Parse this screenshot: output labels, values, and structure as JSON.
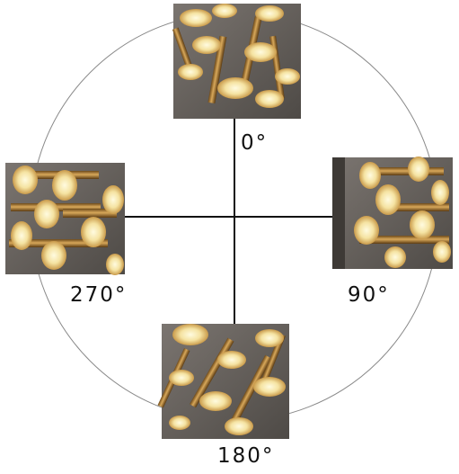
{
  "diagram": {
    "labels": {
      "top": "0°",
      "right": "90°",
      "bottom": "180°",
      "left": "270°"
    },
    "colors": {
      "circle": "#8a8a8a",
      "axes": "#111111",
      "photo_background": "#6f6a66",
      "rod_color": "#b58a3a",
      "disc_color": "#f3e6b0",
      "glow_color": "#fff4c8"
    }
  }
}
